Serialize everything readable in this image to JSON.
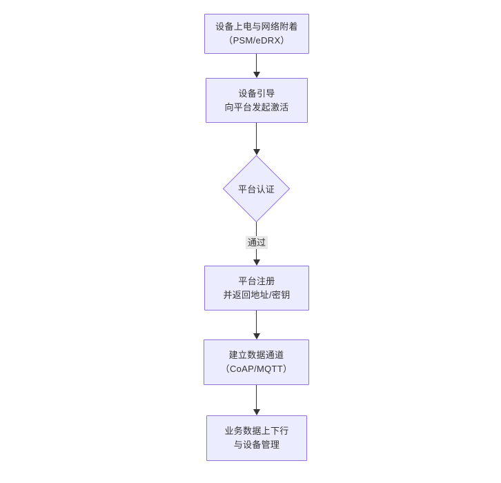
{
  "diagram": {
    "type": "flowchart",
    "direction": "top-down",
    "colors": {
      "background": "#ffffff",
      "node_fill": "#ECECFF",
      "node_border": "#9370DB",
      "edge_color": "#333333",
      "text_color": "#333333",
      "edge_label_background": "#e8e8e8"
    },
    "nodes": [
      {
        "id": "n1",
        "shape": "rect",
        "lines": [
          "设备上电与网络附着",
          "（PSM/eDRX）"
        ]
      },
      {
        "id": "n2",
        "shape": "rect",
        "lines": [
          "设备引导",
          "向平台发起激活"
        ]
      },
      {
        "id": "n3",
        "shape": "diamond",
        "lines": [
          "平台认证"
        ]
      },
      {
        "id": "n4",
        "shape": "rect",
        "lines": [
          "平台注册",
          "并返回地址/密钥"
        ]
      },
      {
        "id": "n5",
        "shape": "rect",
        "lines": [
          "建立数据通道",
          "（CoAP/MQTT）"
        ]
      },
      {
        "id": "n6",
        "shape": "rect",
        "lines": [
          "业务数据上下行",
          "与设备管理"
        ]
      }
    ],
    "edges": [
      {
        "from": "n1",
        "to": "n2",
        "label": ""
      },
      {
        "from": "n2",
        "to": "n3",
        "label": ""
      },
      {
        "from": "n3",
        "to": "n4",
        "label": "通过"
      },
      {
        "from": "n4",
        "to": "n5",
        "label": ""
      },
      {
        "from": "n5",
        "to": "n6",
        "label": ""
      }
    ]
  }
}
